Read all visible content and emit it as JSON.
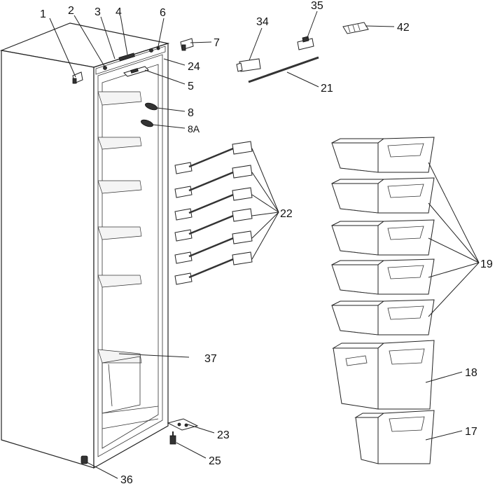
{
  "diagram": {
    "callouts": [
      "1",
      "2",
      "3",
      "4",
      "6",
      "7",
      "24",
      "5",
      "8",
      "8A",
      "34",
      "35",
      "42",
      "21",
      "22",
      "19",
      "18",
      "17",
      "37",
      "23",
      "25",
      "36"
    ]
  }
}
